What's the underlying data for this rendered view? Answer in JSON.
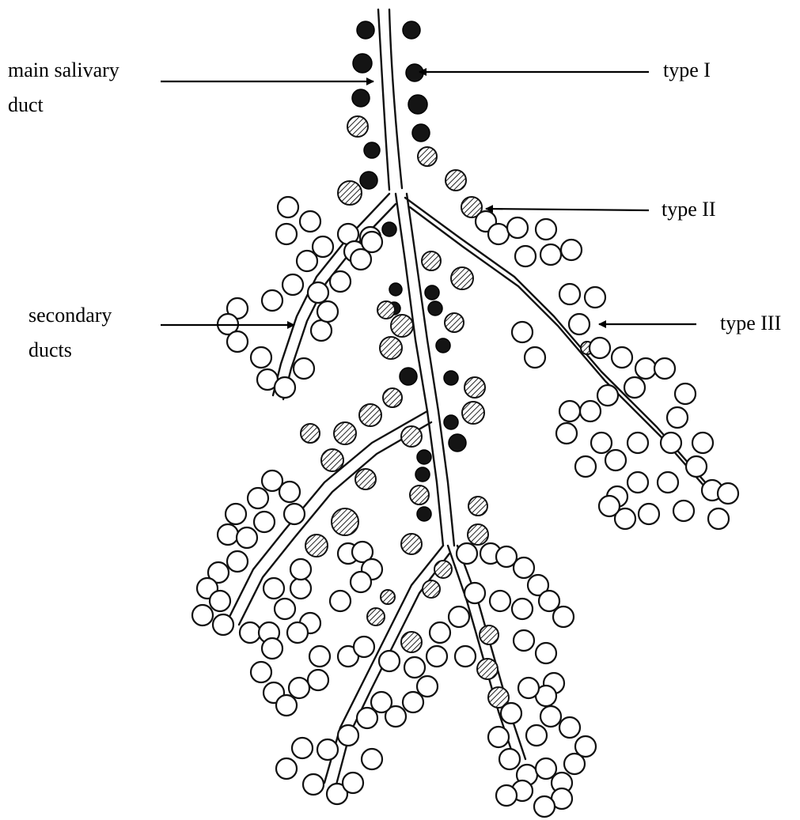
{
  "labels": {
    "main_salivary_duct": [
      "main salivary",
      "duct"
    ],
    "type_i": "type I",
    "type_ii": "type II",
    "type_iii": "type III",
    "secondary_ducts": [
      "secondary",
      "ducts"
    ]
  },
  "legend_meaning": {
    "type_i": "solid black acini",
    "type_ii": "hatched acini",
    "type_iii": "open white acini"
  },
  "colors": {
    "ink": "#111111",
    "type_i_fill": "#141414",
    "type_iii_fill": "#ffffff"
  }
}
